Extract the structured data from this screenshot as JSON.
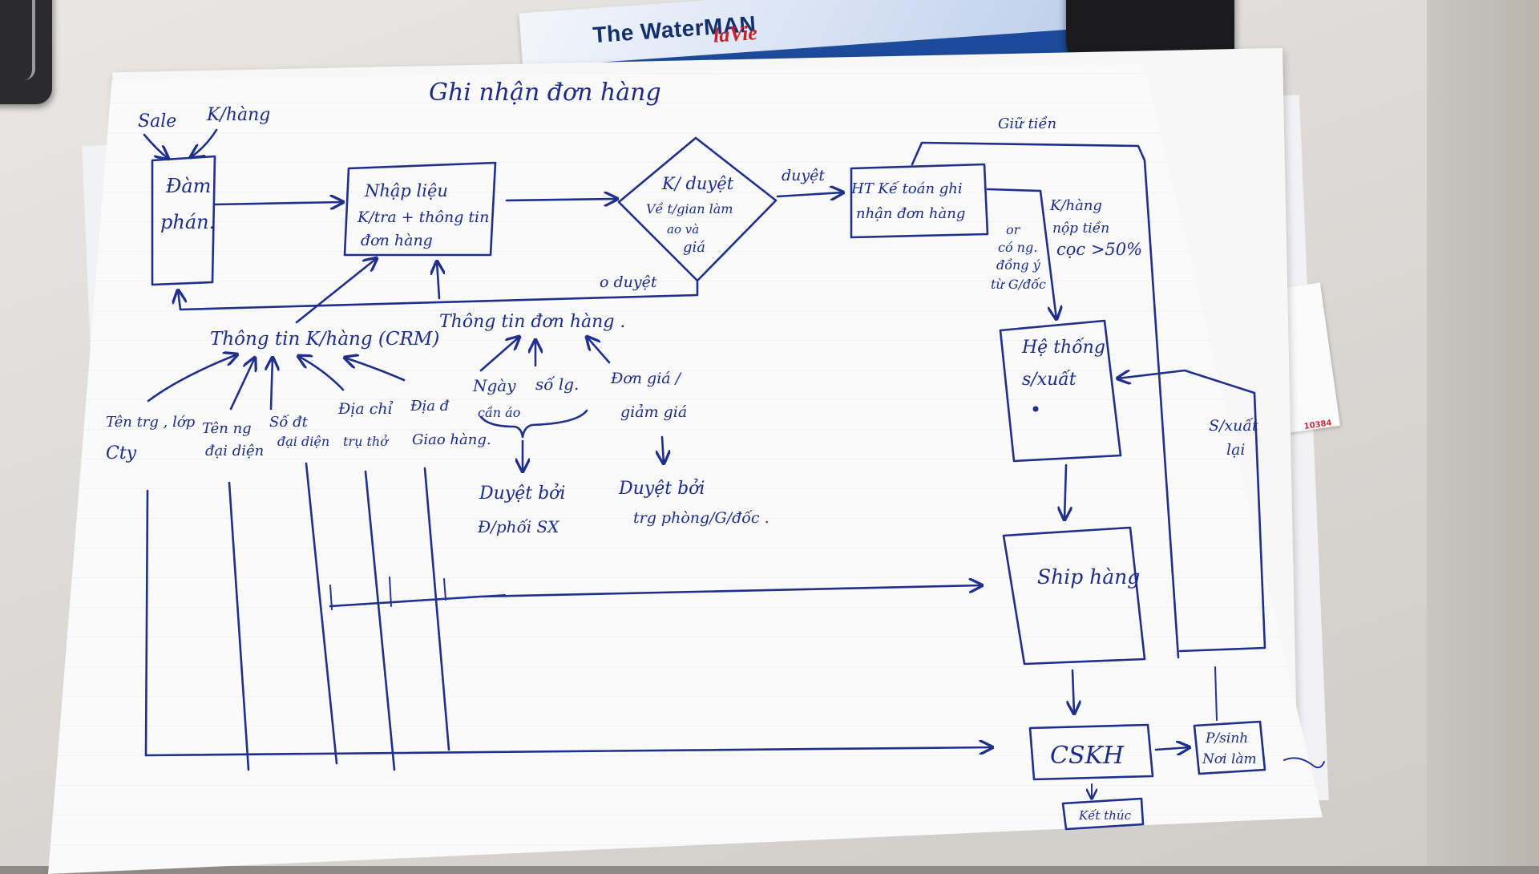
{
  "title": "Ghi nhận đơn hàng",
  "actors": {
    "sale": "Sale",
    "khach_hang": "K/hàng"
  },
  "boxes": {
    "dam_phan": [
      "Đàm",
      "phán."
    ],
    "nhap_lieu": [
      "Nhập liệu",
      "K/tra + thông tin",
      "đơn hàng"
    ],
    "ke_toan": [
      "HT Kế toán ghi",
      "nhận đơn hàng"
    ],
    "he_thong_sx": [
      "Hệ thống",
      "s/xuất"
    ],
    "ship_hang": "Ship hàng",
    "cskh": "CSKH",
    "phan_hoi": [
      "P/sinh",
      "Nơi làm"
    ],
    "ket_thuc": "Kết thúc"
  },
  "decision": [
    "K/ duyệt",
    "Về t/gian làm",
    "ao và",
    "giá"
  ],
  "edge_labels": {
    "duyet": "duyệt",
    "o_duyet": "o duyệt",
    "giu_tien": "Giữ tiền",
    "khach_nop_tien": [
      "K/hàng",
      "nộp tiền",
      "cọc >50%"
    ],
    "or_note": [
      "or",
      "có ng.",
      "đồng ý",
      "từ G/đốc"
    ],
    "sx_lai": [
      "S/xuất",
      "lại"
    ]
  },
  "info_groups": {
    "crm": "Thông tin K/hàng (CRM)",
    "order_info": "Thông tin đơn hàng ."
  },
  "crm_fields": [
    [
      "Tên trg , lớp",
      "Cty"
    ],
    [
      "Tên ng",
      "đại diện"
    ],
    [
      "Số đt",
      "đại diện"
    ],
    [
      "Địa chỉ",
      "trụ thở"
    ],
    [
      "Địa đ",
      "Giao hàng."
    ]
  ],
  "order_fields": {
    "ngay": [
      "Ngày",
      "cần áo"
    ],
    "so_luong": "số lg.",
    "don_gia": [
      "Đơn giá /",
      "giảm giá"
    ]
  },
  "approvals": {
    "sx": [
      "Duyệt bởi",
      "Đ/phối SX"
    ],
    "gia": [
      "Duyệt bởi",
      "trg phòng/G/đốc ."
    ]
  },
  "side_notes": {
    "sticky": "10384"
  },
  "props": {
    "leaflet_brand": "The WaterMAN",
    "leaflet_brand2": "laVie"
  }
}
